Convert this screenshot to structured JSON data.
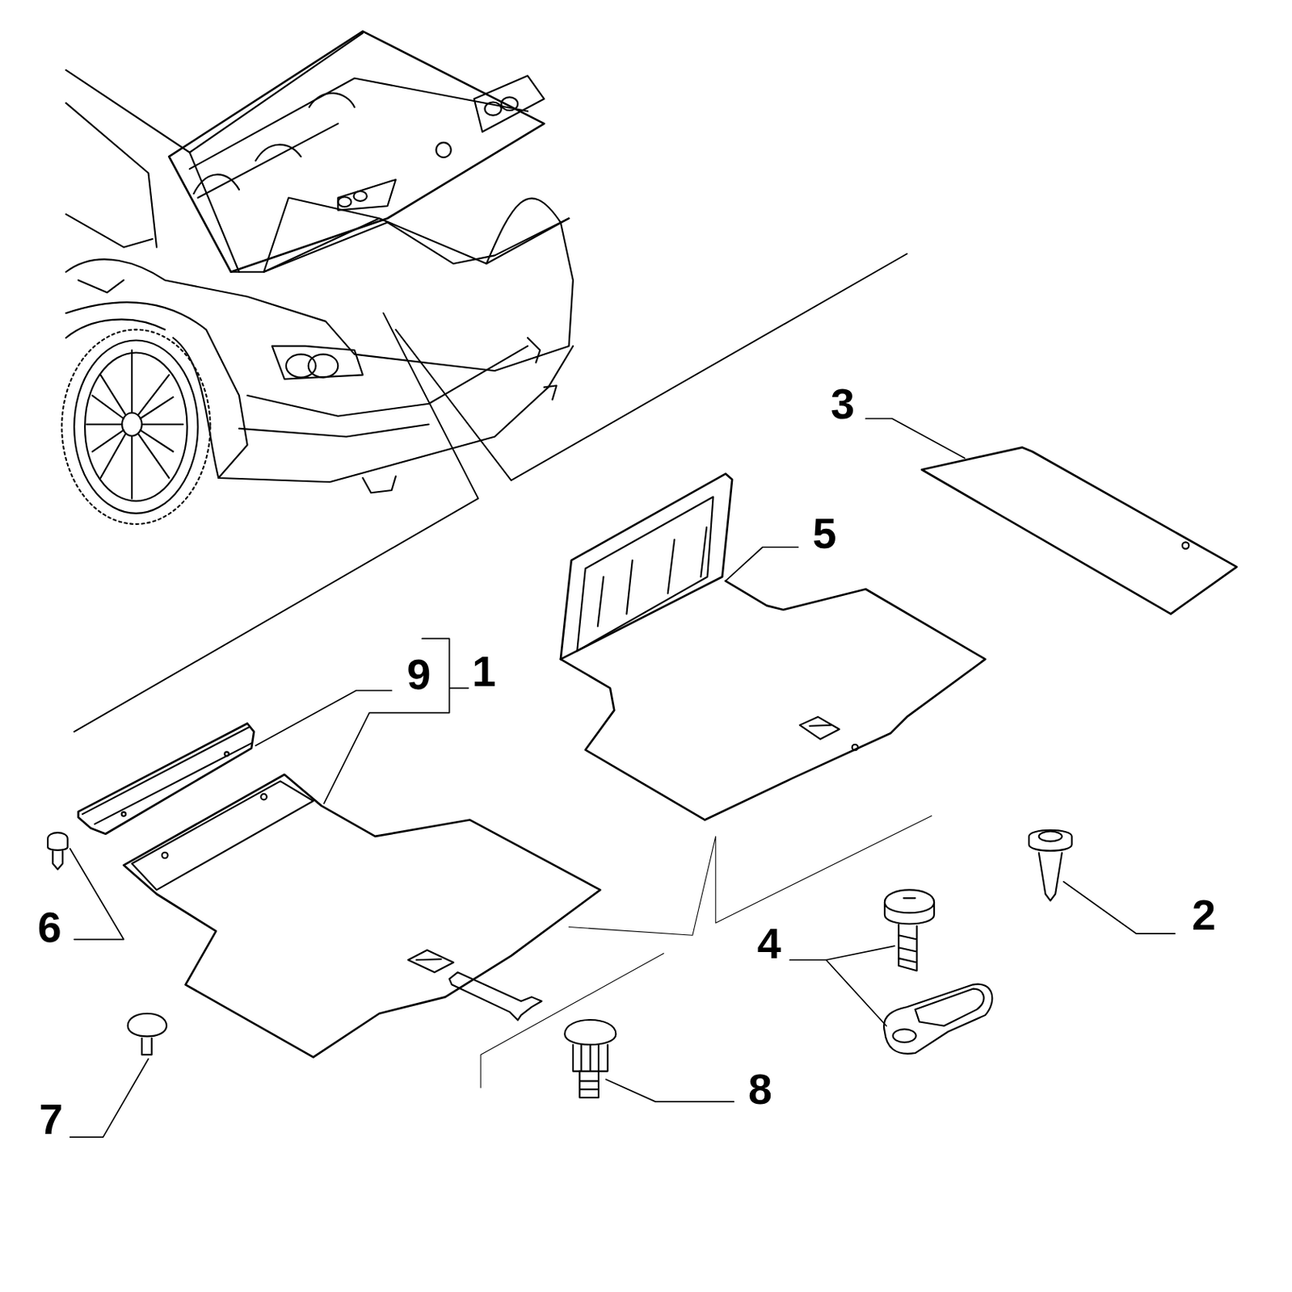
{
  "diagram": {
    "labels": [
      "3",
      "5",
      "9",
      "1",
      "6",
      "2",
      "4",
      "7",
      "8"
    ]
  }
}
